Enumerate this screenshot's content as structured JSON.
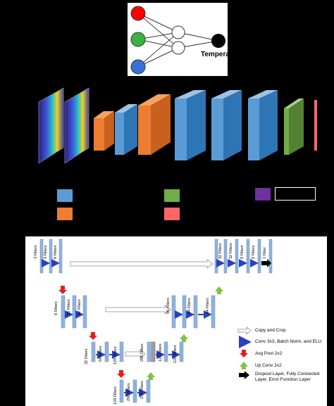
{
  "top": {
    "output_label": "Tempera",
    "input_colors": [
      "#ff0000",
      "#3cb043",
      "#3a6fd8"
    ],
    "output_color": "#000000"
  },
  "legend_colors": {
    "conv": "#5b9bd5",
    "pool": "#ed7d31",
    "fc": "#70ad47",
    "err": "#ff6666",
    "dropout": "#7030a0",
    "box": "#ffffff"
  },
  "unet": {
    "filters": {
      "enc1": [
        "3 Filters",
        "4 Filters",
        "8 Filters"
      ],
      "enc2": [
        "8 Filters",
        "16 Filters",
        "32 Filters"
      ],
      "enc3": [
        "32 Filters",
        "64 Filters",
        "128 Filters"
      ],
      "bottom": [
        "128 Filters",
        "256 Filters",
        "256 Filters"
      ],
      "dec3": [
        "256 Filters",
        "128 Filters",
        "128 Filters"
      ],
      "dec2": [
        "96 Filters",
        "64 Filters",
        "64 Filters"
      ],
      "dec1": [
        "32 Filters",
        "32 Filters",
        "8 Filters",
        "8 Filters",
        "1 Filter"
      ]
    },
    "legend": {
      "copy": "Copy and Crop",
      "conv": "Conv 3x3, Batch Norm, and ELU",
      "pool": "Avg Pool 2x2",
      "upconv": "Up Conv 2x2",
      "dropout_line1": "Dropout Layer, Fully Connected",
      "dropout_line2": "Layer, Error Function Layer"
    }
  }
}
